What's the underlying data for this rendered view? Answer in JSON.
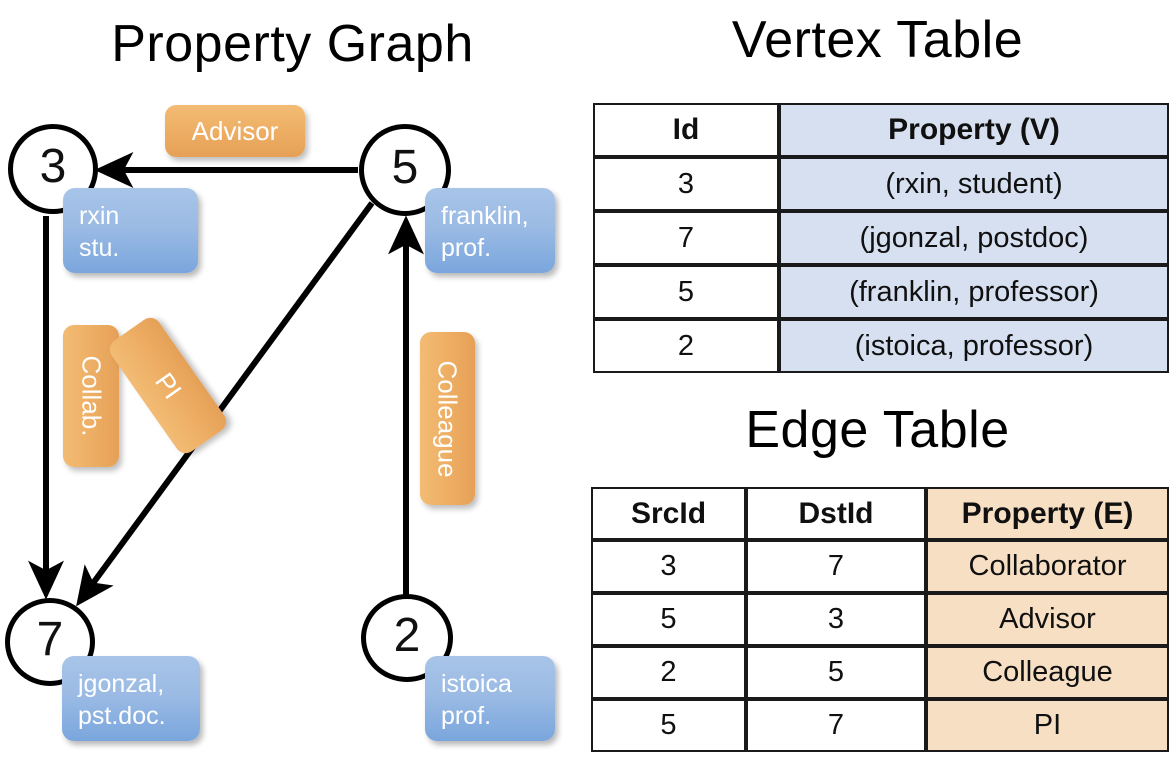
{
  "panels": {
    "graph_title": "Property Graph",
    "vertex_table_title": "Vertex Table",
    "edge_table_title": "Edge Table"
  },
  "graph": {
    "vertices": [
      {
        "id": "3",
        "property_lines": "rxin\nstu."
      },
      {
        "id": "5",
        "property_lines": "franklin,\nprof."
      },
      {
        "id": "7",
        "property_lines": "jgonzal,\npst.doc."
      },
      {
        "id": "2",
        "property_lines": "istoica\nprof."
      }
    ],
    "edge_labels": [
      {
        "name": "advisor",
        "text": "Advisor"
      },
      {
        "name": "collab",
        "text": "Collab."
      },
      {
        "name": "pi",
        "text": "PI"
      },
      {
        "name": "colleague",
        "text": "Colleague"
      }
    ]
  },
  "vertex_table": {
    "headers": [
      "Id",
      "Property (V)"
    ],
    "rows": [
      {
        "id": "3",
        "property": "(rxin, student)"
      },
      {
        "id": "7",
        "property": "(jgonzal, postdoc)"
      },
      {
        "id": "5",
        "property": "(franklin, professor)"
      },
      {
        "id": "2",
        "property": "(istoica, professor)"
      }
    ]
  },
  "edge_table": {
    "headers": [
      "SrcId",
      "DstId",
      "Property (E)"
    ],
    "rows": [
      {
        "src": "3",
        "dst": "7",
        "property": "Collaborator"
      },
      {
        "src": "5",
        "dst": "3",
        "property": "Advisor"
      },
      {
        "src": "2",
        "dst": "5",
        "property": "Colleague"
      },
      {
        "src": "5",
        "dst": "7",
        "property": "PI"
      }
    ]
  },
  "colors": {
    "vertex_property_blue": "#9bbbe4",
    "edge_label_orange": "#eeae63",
    "table_blue_cell": "#d6e0f0",
    "table_orange_cell": "#f7dfc4",
    "stroke": "#000000"
  }
}
